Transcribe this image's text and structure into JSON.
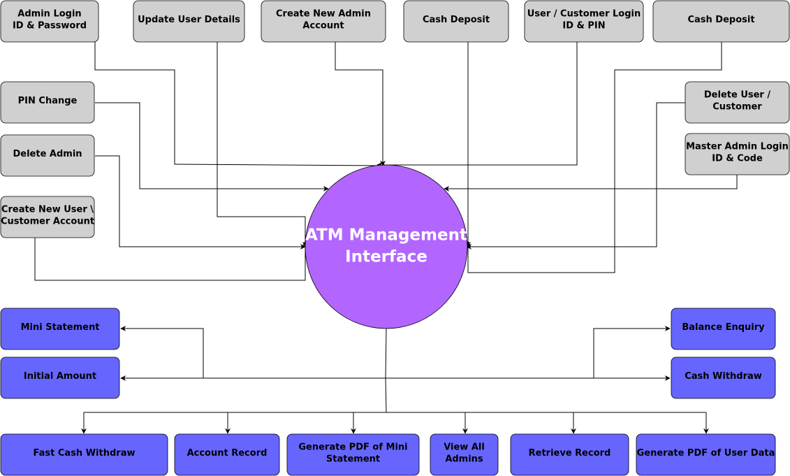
{
  "colors": {
    "input_fill": "#d0d0d0",
    "output_fill": "#6666ff",
    "center_fill": "#b266ff",
    "line": "#000000"
  },
  "center": {
    "label_lines": [
      "ATM Management",
      "Interface"
    ]
  },
  "inputs": [
    {
      "id": "admin-login",
      "lines": [
        "Admin Login",
        "ID & Password"
      ]
    },
    {
      "id": "update-user-details",
      "lines": [
        "Update User Details"
      ]
    },
    {
      "id": "create-new-admin-account",
      "lines": [
        "Create New Admin",
        "Account"
      ]
    },
    {
      "id": "cash-deposit-1",
      "lines": [
        "Cash Deposit"
      ]
    },
    {
      "id": "user-customer-login",
      "lines": [
        "User / Customer Login",
        "ID & PIN"
      ]
    },
    {
      "id": "cash-deposit-2",
      "lines": [
        "Cash Deposit"
      ]
    },
    {
      "id": "pin-change",
      "lines": [
        "PIN Change"
      ]
    },
    {
      "id": "delete-admin",
      "lines": [
        "Delete Admin"
      ]
    },
    {
      "id": "create-new-user-customer-account",
      "lines": [
        "Create New User \\",
        "Customer Account"
      ]
    },
    {
      "id": "delete-user-customer",
      "lines": [
        "Delete User /",
        "Customer"
      ]
    },
    {
      "id": "master-admin-login",
      "lines": [
        "Master Admin Login",
        "ID & Code"
      ]
    }
  ],
  "outputs": [
    {
      "id": "mini-statement",
      "lines": [
        "Mini Statement"
      ]
    },
    {
      "id": "initial-amount",
      "lines": [
        "Initial Amount"
      ]
    },
    {
      "id": "balance-enquiry",
      "lines": [
        "Balance Enquiry"
      ]
    },
    {
      "id": "cash-withdraw",
      "lines": [
        "Cash Withdraw"
      ]
    },
    {
      "id": "fast-cash-withdraw",
      "lines": [
        "Fast Cash Withdraw"
      ]
    },
    {
      "id": "account-record",
      "lines": [
        "Account Record"
      ]
    },
    {
      "id": "generate-pdf-mini-statement",
      "lines": [
        "Generate PDF of Mini",
        "Statement"
      ]
    },
    {
      "id": "view-all-admins",
      "lines": [
        "View All",
        "Admins"
      ]
    },
    {
      "id": "retrieve-record",
      "lines": [
        "Retrieve Record"
      ]
    },
    {
      "id": "generate-pdf-user-data",
      "lines": [
        "Generate PDF of User Data"
      ]
    }
  ]
}
